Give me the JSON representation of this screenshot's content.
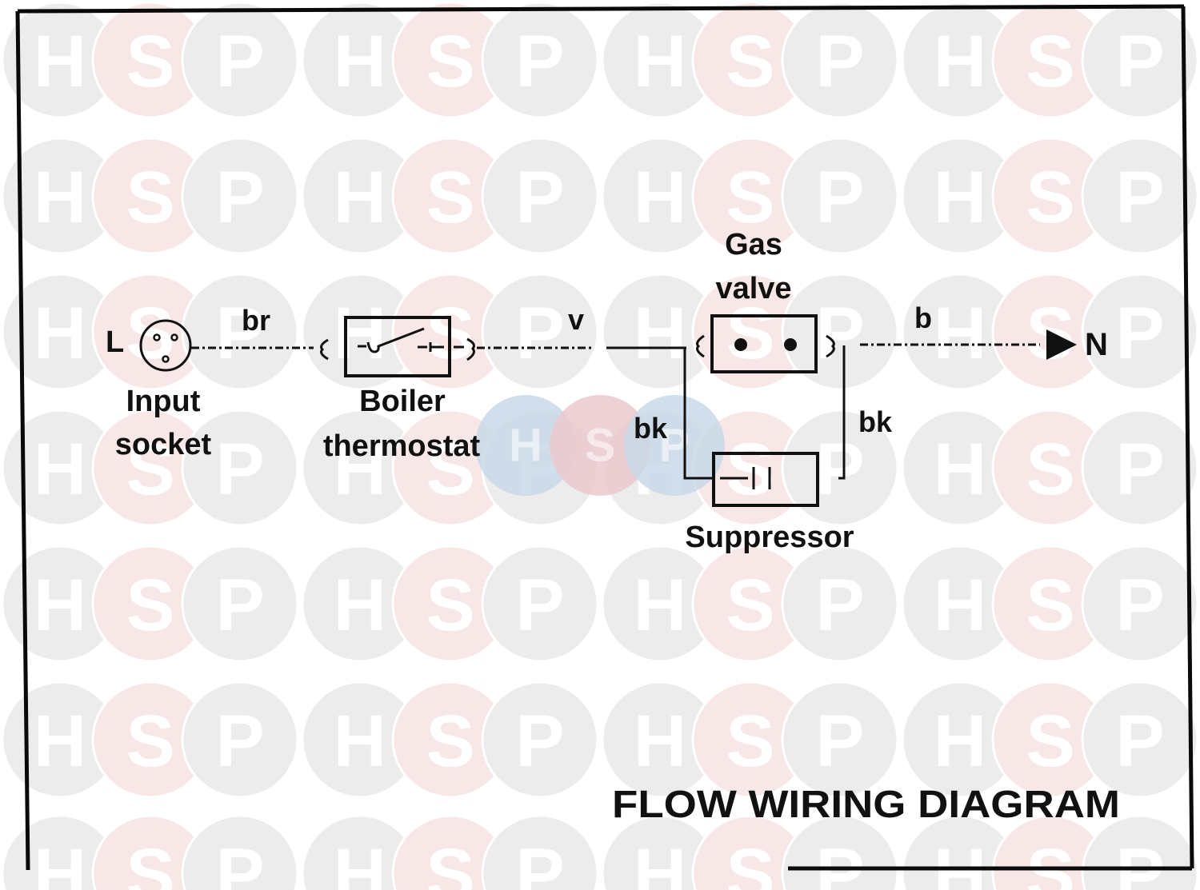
{
  "watermark": {
    "letters": [
      "H",
      "S",
      "P"
    ],
    "colors": {
      "grey_circle": "#ececec",
      "pink_circle": "#f8e7e7",
      "center_blue": "#c9d8e8",
      "center_pink": "#ebc9cd"
    }
  },
  "diagram": {
    "title": "FLOW WIRING DIAGRAM",
    "components": {
      "input_socket": {
        "terminal": "L",
        "label_line1": "Input",
        "label_line2": "socket"
      },
      "boiler_thermostat": {
        "label_line1": "Boiler",
        "label_line2": "thermostat"
      },
      "gas_valve": {
        "label_line1": "Gas",
        "label_line2": "valve"
      },
      "suppressor": {
        "label": "Suppressor"
      },
      "neutral": {
        "terminal": "N"
      }
    },
    "wires": {
      "socket_to_thermostat": "br",
      "thermostat_to_valve": "v",
      "valve_to_neutral": "b",
      "suppressor_left": "bk",
      "suppressor_right": "bk"
    }
  }
}
